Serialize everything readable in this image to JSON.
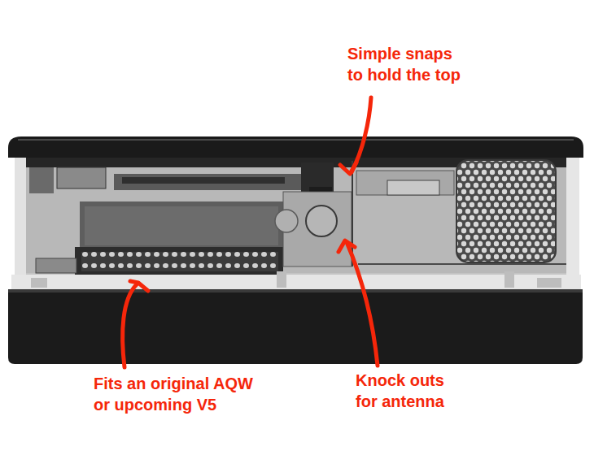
{
  "diagram": {
    "labels": [
      "Simple snaps to hold the top",
      "Fits an original AQW or upcoming V5",
      "Knock outs for antenna"
    ]
  }
}
